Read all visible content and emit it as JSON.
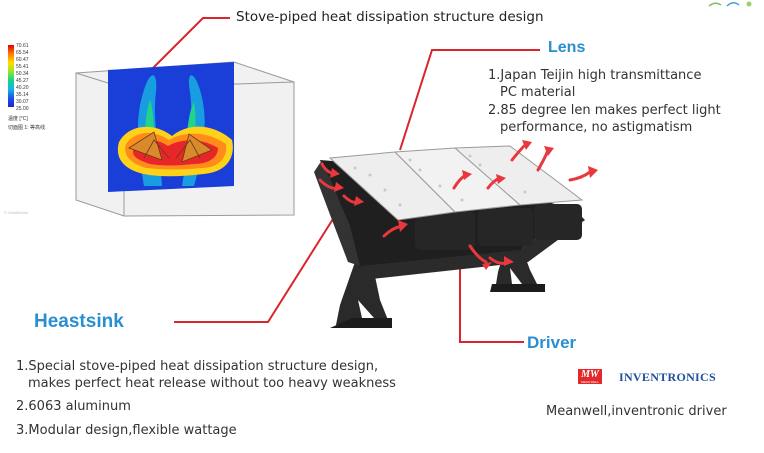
{
  "top_callout": "Stove-piped heat dissipation structure design",
  "sim_legend": {
    "values": [
      "70.61",
      "65.54",
      "60.47",
      "55.41",
      "50.34",
      "45.27",
      "40.20",
      "35.14",
      "30.07",
      "25.00"
    ],
    "unit_label": "温度 [°C]",
    "caption": "切面图 1: 等高线",
    "corner_mark": "© SolidWorks"
  },
  "lens": {
    "label": "Lens",
    "points": [
      "1.Japan Teijin high transmittance",
      "PC material",
      "2.85 degree len makes perfect light",
      "performance, no astigmatism"
    ]
  },
  "heatsink": {
    "label": "Heastsink",
    "points": [
      "1.Special stove-piped heat dissipation structure design,",
      "makes perfect heat release without too heavy weakness",
      "2.6063 aluminum",
      "3.Modular design,flexible wattage"
    ]
  },
  "driver": {
    "label": "Driver",
    "mw_logo": "MW",
    "mw_sub": "MEAN WELL",
    "inventronics_logo": "INVENTRONICS",
    "caption": "Meanwell,inventronic driver"
  },
  "colors": {
    "accent_blue": "#2a8fd0",
    "callout_red": "#d9262c",
    "heat_arrow": "#e8383d"
  }
}
